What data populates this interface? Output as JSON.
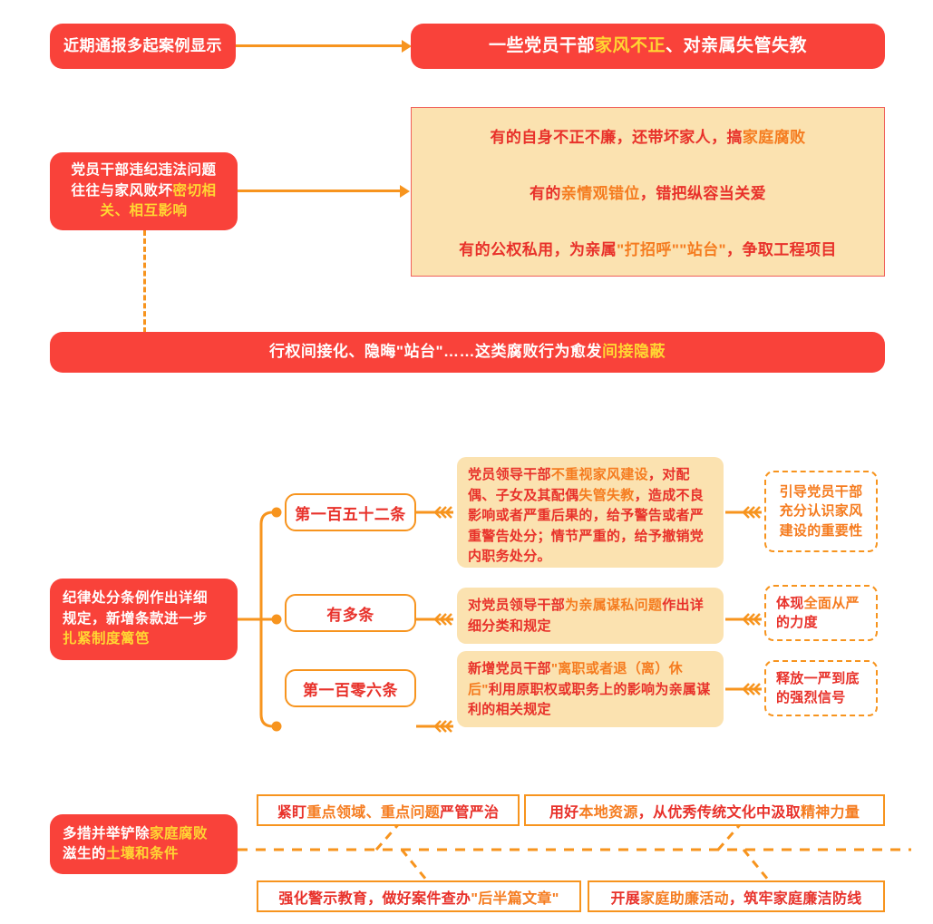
{
  "colors": {
    "red": "#F9423A",
    "dark_red_text": "#E8312A",
    "orange": "#F7941E",
    "orange_text": "#F57C20",
    "yellow_highlight": "#FFD633",
    "tan_fill": "#FBE2B0",
    "white": "#FFFFFF"
  },
  "section1": {
    "source_box": {
      "text": "近期通报多起案例显示"
    },
    "result_box": {
      "prefix": "一些党员干部",
      "highlight": "家风不正",
      "suffix": "、对亲属失管失教"
    }
  },
  "section2": {
    "left_box": {
      "line1": "党员干部违纪违法问题",
      "line2_plain": "往往与家风败坏",
      "line2_highlight": "密切相",
      "line3_highlight": "关、相互影响"
    },
    "rows": [
      {
        "prefix": "有的自身不正不廉，还带坏家人，搞",
        "highlight": "家庭腐败",
        "suffix": ""
      },
      {
        "prefix": "有的",
        "highlight": "亲情观错位",
        "suffix": "，错把纵容当关爱"
      },
      {
        "prefix": "有的公权私用，为亲属",
        "highlight": "\"打招呼\"\"站台\"",
        "suffix": "，争取工程项目"
      }
    ],
    "bottom_bar": {
      "prefix": "行权间接化、隐晦\"站台\"……这类腐败行为愈发",
      "highlight": "间接隐蔽"
    }
  },
  "section3": {
    "left_box": {
      "line1": "纪律处分条例作出详细",
      "line2": "规定，新增条款进一步",
      "line3_highlight": "扎紧制度篱笆"
    },
    "branches": [
      {
        "label": "第一百五十二条",
        "detail": {
          "segments": [
            {
              "text": "党员领导干部",
              "style": "plain"
            },
            {
              "text": "不重视家风建设",
              "style": "highlight"
            },
            {
              "text": "，对配偶、子女及其配偶",
              "style": "plain"
            },
            {
              "text": "失管失教",
              "style": "highlight"
            },
            {
              "text": "，造成不良影响或者严重后果的，给予警告或者严重警告处分；情节严重的，给予撤销党内职务处分。",
              "style": "plain"
            }
          ]
        },
        "outcome": {
          "line1": "引导党员干部",
          "line2": "充分认识家风",
          "line3": "建设的重要性",
          "style": "highlight"
        }
      },
      {
        "label": "有多条",
        "detail": {
          "segments": [
            {
              "text": "对党员领导干部",
              "style": "plain"
            },
            {
              "text": "为亲属谋私问题",
              "style": "highlight"
            },
            {
              "text": "作出详细分类和规定",
              "style": "plain"
            }
          ]
        },
        "outcome": {
          "line1_plain": "体现",
          "line1_highlight": "全面从严",
          "line2": "的力度"
        }
      },
      {
        "label": "第一百零六条",
        "detail": {
          "segments": [
            {
              "text": "新增党员干部",
              "style": "plain"
            },
            {
              "text": "\"离职或者退（离）休后\"",
              "style": "highlight"
            },
            {
              "text": "利用原职权或职务上的影响为亲属谋利的相关规定",
              "style": "plain"
            }
          ]
        },
        "outcome": {
          "line1": "释放一严到底",
          "line2": "的强烈信号"
        }
      }
    ]
  },
  "section4": {
    "left_box": {
      "line1_plain": "多措并举铲除",
      "line1_highlight": "家庭腐败",
      "line2_plain_a": "滋生的",
      "line2_highlight": "土壤",
      "line2_plain_b": "和条件"
    },
    "measures": [
      {
        "prefix": "紧盯",
        "highlight": "重点领域、重点问题",
        "suffix": "严管严治",
        "suffix_style": "highlight2"
      },
      {
        "prefix": "用好",
        "highlight": "本地资源",
        "suffix": "，从优秀传统文化中汲取",
        "tail": "精神力量"
      },
      {
        "prefix": "强化警示教育，做好案件查办",
        "highlight": "\"后半篇文章\"",
        "suffix": ""
      },
      {
        "prefix": "开展",
        "highlight": "家庭助廉活动",
        "suffix": "，筑牢家庭廉洁防线"
      }
    ]
  },
  "icons": {
    "arrow_right": "arrow-right-icon",
    "chevron_double": "chevron-double-left-icon",
    "node_dot": "node-dot-icon"
  }
}
